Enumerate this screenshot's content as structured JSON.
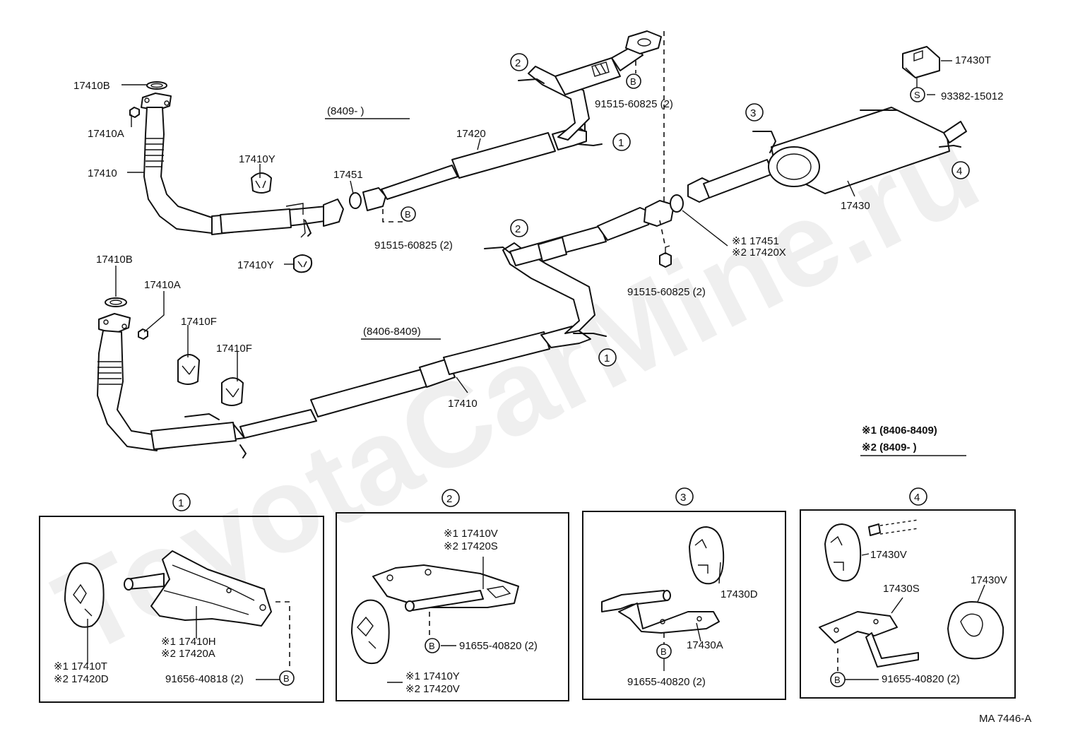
{
  "watermark": "ToyotaCarMine.ru",
  "labels": {
    "p17410B_top": "17410B",
    "p17410A_top": "17410A",
    "p17410_top": "17410",
    "p17410Y_top": "17410Y",
    "p17451_top": "17451",
    "p17420": "17420",
    "bolt_top_left": "91515-60825 (2)",
    "bolt_top_right": "91515-60825 (2)",
    "bolt_mid": "91515-60825 (2)",
    "range_top": "(8409-       )",
    "range_mid": "(8406-8409)",
    "p17410Y_mid": "17410Y",
    "p17410B_mid": "17410B",
    "p17410A_mid": "17410A",
    "p17410F_a": "17410F",
    "p17410F_b": "17410F",
    "p17410_main": "17410",
    "p17430T": "17430T",
    "p93382": "93382-15012",
    "p17430": "17430",
    "alt1_17451": "※1 17451",
    "alt2_17420X": "※2 17420X",
    "legend1": "※1 (8406-8409)",
    "legend2": "※2 (8409-       )",
    "d1_h1": "※1 17410H",
    "d1_h2": "※2 17420A",
    "d1_t1": "※1 17410T",
    "d1_t2": "※2 17420D",
    "d1_bolt": "91656-40818 (2)",
    "d2_v1": "※1 17410V",
    "d2_v2": "※2 17420S",
    "d2_bolt": "91655-40820 (2)",
    "d2_y1": "※1 17410Y",
    "d2_y2": "※2 17420V",
    "d3_17430D": "17430D",
    "d3_17430A": "17430A",
    "d3_bolt": "91655-40820 (2)",
    "d4_17430V_a": "17430V",
    "d4_17430S": "17430S",
    "d4_17430V_b": "17430V",
    "d4_bolt": "91655-40820 (2)",
    "figure_code": "MA 7446-A"
  },
  "markers": {
    "one": "1",
    "two": "2",
    "three": "3",
    "four": "4",
    "bolt_b": "B",
    "s": "S"
  }
}
